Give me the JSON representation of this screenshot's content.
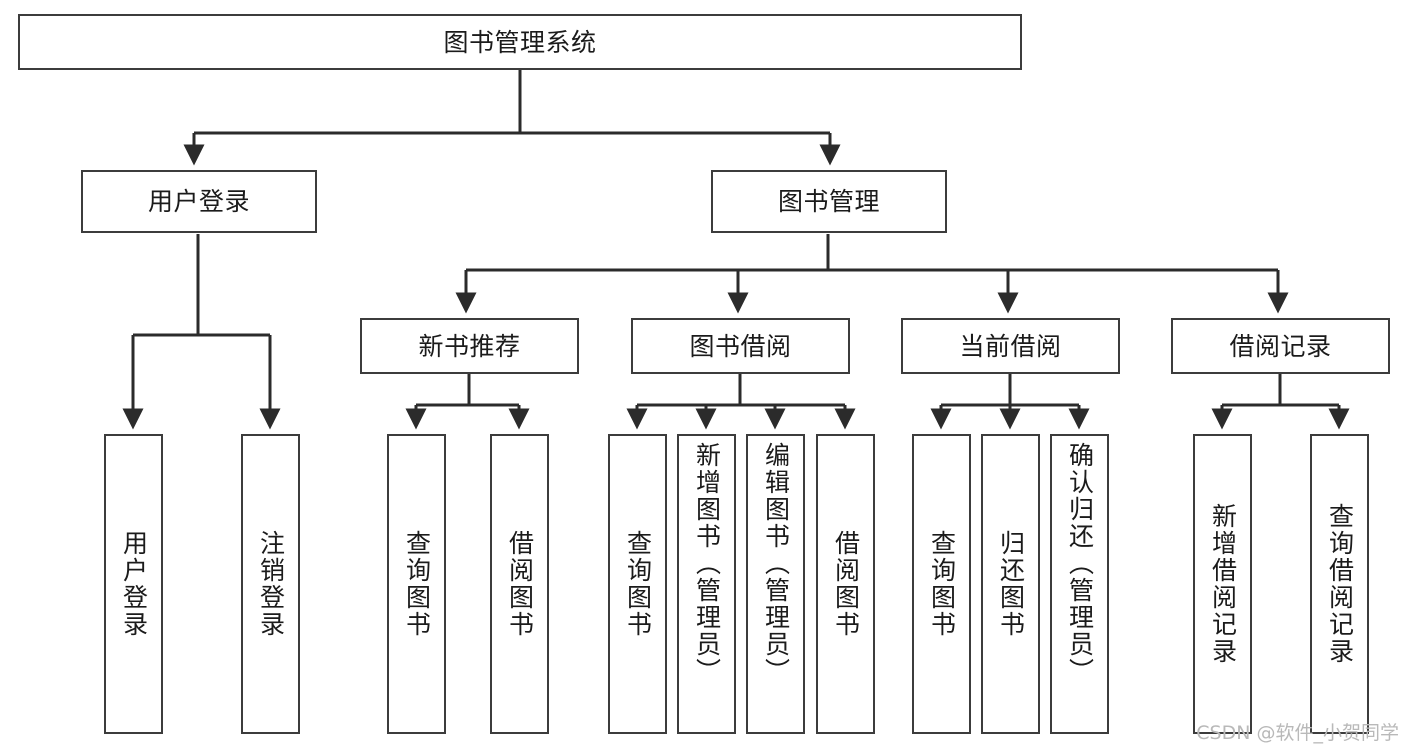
{
  "diagram": {
    "title": "图书管理系统",
    "type": "tree",
    "colors": {
      "box_border": "#3c3c3c",
      "box_fill": "#ffffff",
      "edge": "#2b2b2b",
      "text": "#1b1b1b",
      "watermark": "#b9b9b9"
    },
    "nodes": {
      "root": {
        "label": "图书管理系统",
        "orientation": "horizontal"
      },
      "level2": [
        {
          "id": "user-login",
          "label": "用户登录",
          "orientation": "horizontal"
        },
        {
          "id": "book-manage",
          "label": "图书管理",
          "orientation": "horizontal"
        }
      ],
      "level3": [
        {
          "id": "new-book-recommend",
          "label": "新书推荐",
          "orientation": "horizontal"
        },
        {
          "id": "book-borrow",
          "label": "图书借阅",
          "orientation": "horizontal"
        },
        {
          "id": "current-borrow",
          "label": "当前借阅",
          "orientation": "horizontal"
        },
        {
          "id": "borrow-record",
          "label": "借阅记录",
          "orientation": "horizontal"
        }
      ],
      "leaves": [
        {
          "id": "leaf-user-login",
          "label": "用户登录",
          "parent": "user-login",
          "orientation": "vertical"
        },
        {
          "id": "leaf-logout",
          "label": "注销登录",
          "parent": "user-login",
          "orientation": "vertical"
        },
        {
          "id": "leaf-query-book-1",
          "label": "查询图书",
          "parent": "new-book-recommend",
          "orientation": "vertical"
        },
        {
          "id": "leaf-borrow-book-1",
          "label": "借阅图书",
          "parent": "new-book-recommend",
          "orientation": "vertical"
        },
        {
          "id": "leaf-query-book-2",
          "label": "查询图书",
          "parent": "book-borrow",
          "orientation": "vertical"
        },
        {
          "id": "leaf-add-book",
          "label": "新增图书（管理员）",
          "parent": "book-borrow",
          "orientation": "vertical"
        },
        {
          "id": "leaf-edit-book",
          "label": "编辑图书（管理员）",
          "parent": "book-borrow",
          "orientation": "vertical"
        },
        {
          "id": "leaf-borrow-book-2",
          "label": "借阅图书",
          "parent": "book-borrow",
          "orientation": "vertical"
        },
        {
          "id": "leaf-query-book-3",
          "label": "查询图书",
          "parent": "current-borrow",
          "orientation": "vertical"
        },
        {
          "id": "leaf-return-book",
          "label": "归还图书",
          "parent": "current-borrow",
          "orientation": "vertical"
        },
        {
          "id": "leaf-confirm-return",
          "label": "确认归还（管理员）",
          "parent": "current-borrow",
          "orientation": "vertical"
        },
        {
          "id": "leaf-add-record",
          "label": "新增借阅记录",
          "parent": "borrow-record",
          "orientation": "vertical"
        },
        {
          "id": "leaf-query-record",
          "label": "查询借阅记录",
          "parent": "borrow-record",
          "orientation": "vertical"
        }
      ]
    },
    "watermark": "CSDN @软件_小贺同学"
  }
}
